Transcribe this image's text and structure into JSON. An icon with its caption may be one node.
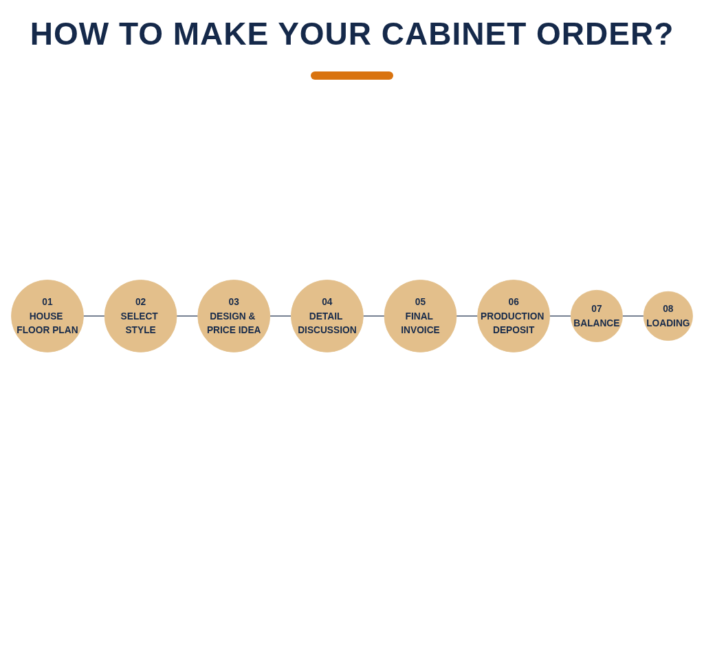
{
  "diagram": {
    "title": "HOW TO MAKE YOUR CABINET ORDER?",
    "nodes": [
      {
        "text": [
          "01",
          "HOUSE FLOOR PLAN"
        ]
      },
      {
        "text": [
          "02",
          "SELECT STYLE"
        ]
      },
      {
        "text": [
          "03",
          "DESIGN & PRICE IDEA"
        ]
      },
      {
        "text": [
          "04",
          "DETAIL DISCUSSION"
        ]
      },
      {
        "text": [
          "05",
          "FINAL INVOICE"
        ]
      },
      {
        "text": [
          "06",
          "PRODUCTION DEPOSIT"
        ]
      },
      {
        "text": [
          "07",
          "BALANCE"
        ]
      },
      {
        "text": [
          "08",
          "LOADING"
        ]
      }
    ],
    "edges": [
      {
        "from": 0,
        "to": 1,
        "arrow": "none"
      },
      {
        "from": 1,
        "to": 2,
        "arrow": "none"
      },
      {
        "from": 2,
        "to": 3,
        "arrow": "none"
      },
      {
        "from": 3,
        "to": 4,
        "arrow": "none"
      },
      {
        "from": 4,
        "to": 5,
        "arrow": "none"
      },
      {
        "from": 5,
        "to": 6,
        "arrow": "none"
      },
      {
        "from": 6,
        "to": 7,
        "arrow": "none"
      }
    ]
  }
}
